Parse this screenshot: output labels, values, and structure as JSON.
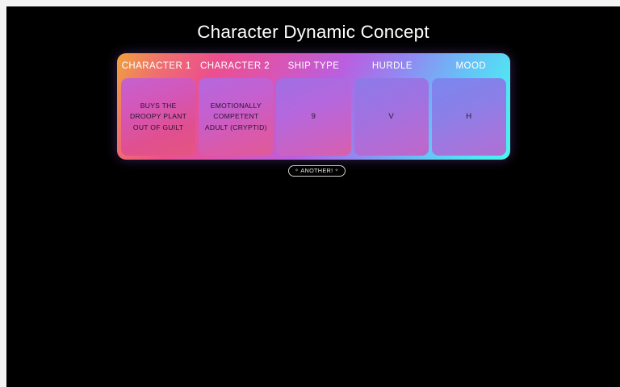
{
  "page": {
    "title": "Character Dynamic Concept",
    "background_color": "#000000",
    "frame_color": "#f4f4f4"
  },
  "panel": {
    "accent_start": "#f0a23c",
    "accent_mid": "#d955b4",
    "accent_end": "#49f4ef",
    "columns": [
      {
        "header": "CHARACTER 1",
        "value": "BUYS THE DROOPY PLANT OUT OF GUILT"
      },
      {
        "header": "CHARACTER 2",
        "value": "EMOTIONALLY COMPETENT ADULT (CRYPTID)"
      },
      {
        "header": "SHIP TYPE",
        "value": "9"
      },
      {
        "header": "HURDLE",
        "value": "V"
      },
      {
        "header": "MOOD",
        "value": "H"
      }
    ]
  },
  "actions": {
    "another_label": "ANOTHER!",
    "spark_left": "✧",
    "spark_right": "✧"
  }
}
